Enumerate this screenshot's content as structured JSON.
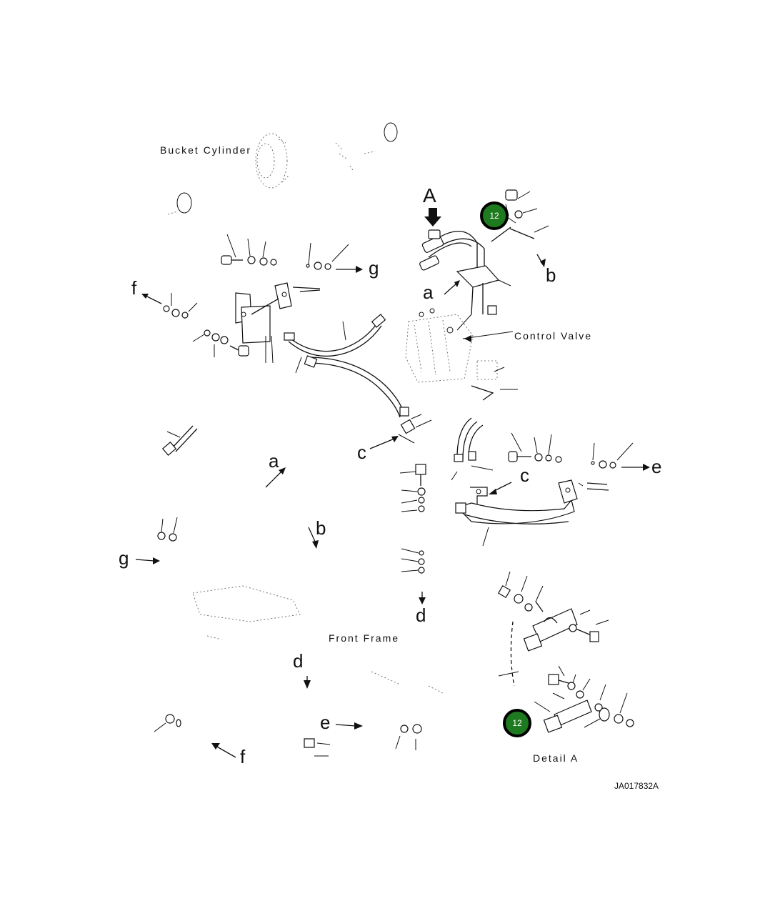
{
  "labels": {
    "bucket_cylinder": "Bucket Cylinder",
    "control_valve": "Control Valve",
    "front_frame": "Front Frame",
    "detail_a": "Detail A",
    "view_a": "A",
    "ref_a_top": "a",
    "ref_a_left": "a",
    "ref_b_top": "b",
    "ref_b_mid": "b",
    "ref_c_left": "c",
    "ref_c_right": "c",
    "ref_d_mid": "d",
    "ref_d_bottom": "d",
    "ref_e_right": "e",
    "ref_e_bottom": "e",
    "ref_f_left": "f",
    "ref_f_bottom": "f",
    "ref_g_top": "g",
    "ref_g_left": "g",
    "drawing_code": "JA017832A"
  },
  "callouts": [
    {
      "number": "12"
    },
    {
      "number": "12"
    }
  ],
  "colors": {
    "callout_fill": "#1e7a1e",
    "callout_border": "#000000",
    "line": "#111111",
    "background": "#ffffff"
  }
}
